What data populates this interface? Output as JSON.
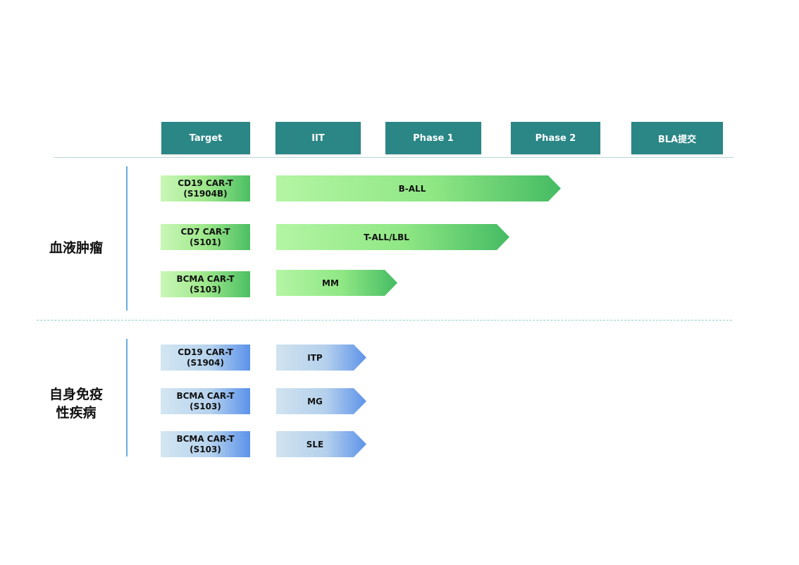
{
  "header": {
    "columns": [
      "Target",
      "IIT",
      "Phase 1",
      "Phase 2",
      "BLA提交"
    ]
  },
  "groups": [
    {
      "label": "血液肿瘤",
      "rows": [
        {
          "target_line1": "CD19 CAR-T",
          "target_line2": "(S1904B)",
          "indication": "B-ALL",
          "stage": "Phase 2"
        },
        {
          "target_line1": "CD7 CAR-T",
          "target_line2": "(S101)",
          "indication": "T-ALL/LBL",
          "stage": "Phase 2"
        },
        {
          "target_line1": "BCMA CAR-T",
          "target_line2": "(S103)",
          "indication": "MM",
          "stage": "Phase 1"
        }
      ]
    },
    {
      "label_line1": "自身免疫",
      "label_line2": "性疾病",
      "rows": [
        {
          "target_line1": "CD19 CAR-T",
          "target_line2": "(S1904)",
          "indication": "ITP",
          "stage": "IIT"
        },
        {
          "target_line1": "BCMA CAR-T",
          "target_line2": "(S103)",
          "indication": "MG",
          "stage": "IIT"
        },
        {
          "target_line1": "BCMA CAR-T",
          "target_line2": "(S103)",
          "indication": "SLE",
          "stage": "IIT"
        }
      ]
    }
  ],
  "colors": {
    "header_bg": "#2b8686",
    "hematologic_accent": "#4cbf63",
    "autoimmune_accent": "#5b92ea"
  }
}
